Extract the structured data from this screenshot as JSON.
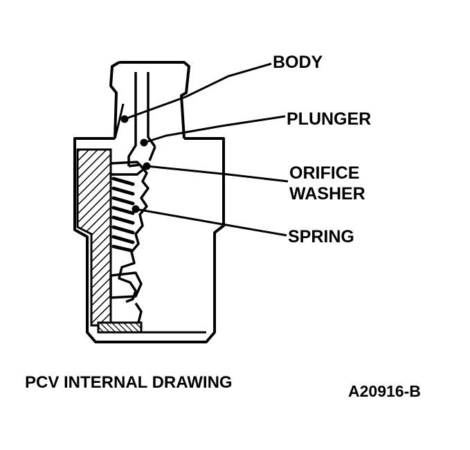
{
  "labels": {
    "body": "BODY",
    "plunger": "PLUNGER",
    "orifice_line1": "ORIFICE",
    "orifice_line2": "WASHER",
    "spring": "SPRING"
  },
  "caption": "PCV INTERNAL DRAWING",
  "figure_id": "A20916-B",
  "colors": {
    "ink": "#000000",
    "paper": "#ffffff"
  }
}
